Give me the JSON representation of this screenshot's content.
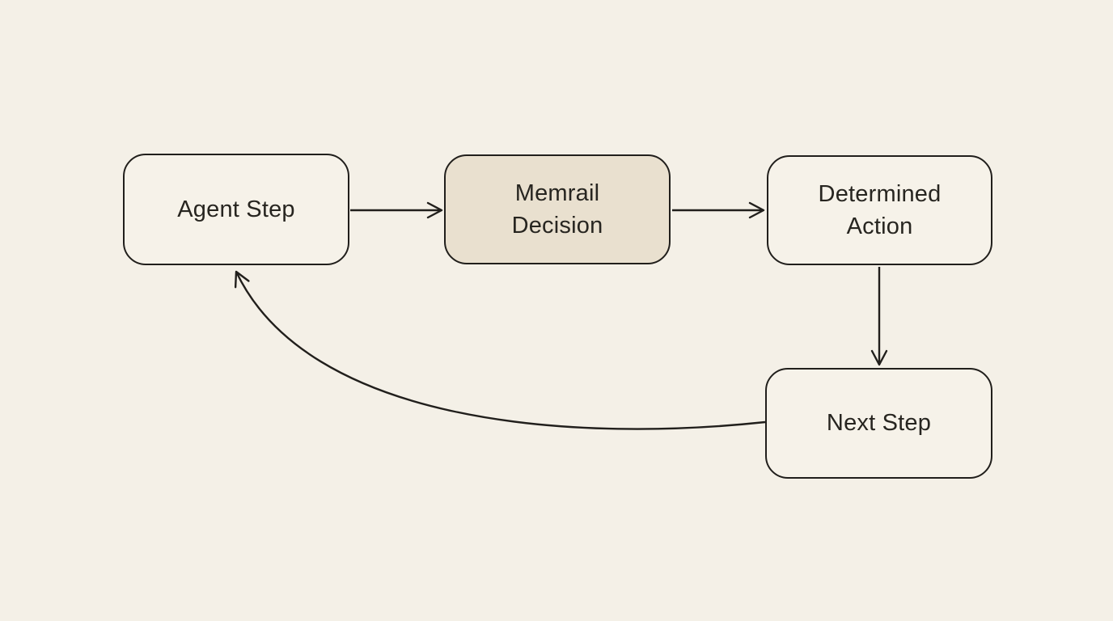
{
  "diagram": {
    "nodes": [
      {
        "id": "agent-step",
        "label": "Agent Step",
        "highlighted": false
      },
      {
        "id": "memrail-decision",
        "label": "Memrail Decision",
        "highlighted": true
      },
      {
        "id": "determined-action",
        "label": "Determined Action",
        "highlighted": false
      },
      {
        "id": "next-step",
        "label": "Next Step",
        "highlighted": false
      }
    ],
    "edges": [
      {
        "from": "Agent Step",
        "to": "Memrail Decision",
        "style": "straight",
        "arrowhead": "open-chevron"
      },
      {
        "from": "Memrail Decision",
        "to": "Determined Action",
        "style": "straight",
        "arrowhead": "open-chevron"
      },
      {
        "from": "Determined Action",
        "to": "Next Step",
        "style": "straight",
        "arrowhead": "open-chevron"
      },
      {
        "from": "Next Step",
        "to": "Agent Step",
        "style": "curved",
        "arrowhead": "open-chevron"
      }
    ],
    "colors": {
      "background": "#f4f0e7",
      "node_fill": "#f6f2e9",
      "highlight_fill": "#e9e0cf",
      "stroke": "#211f1c",
      "text": "#272520"
    }
  }
}
